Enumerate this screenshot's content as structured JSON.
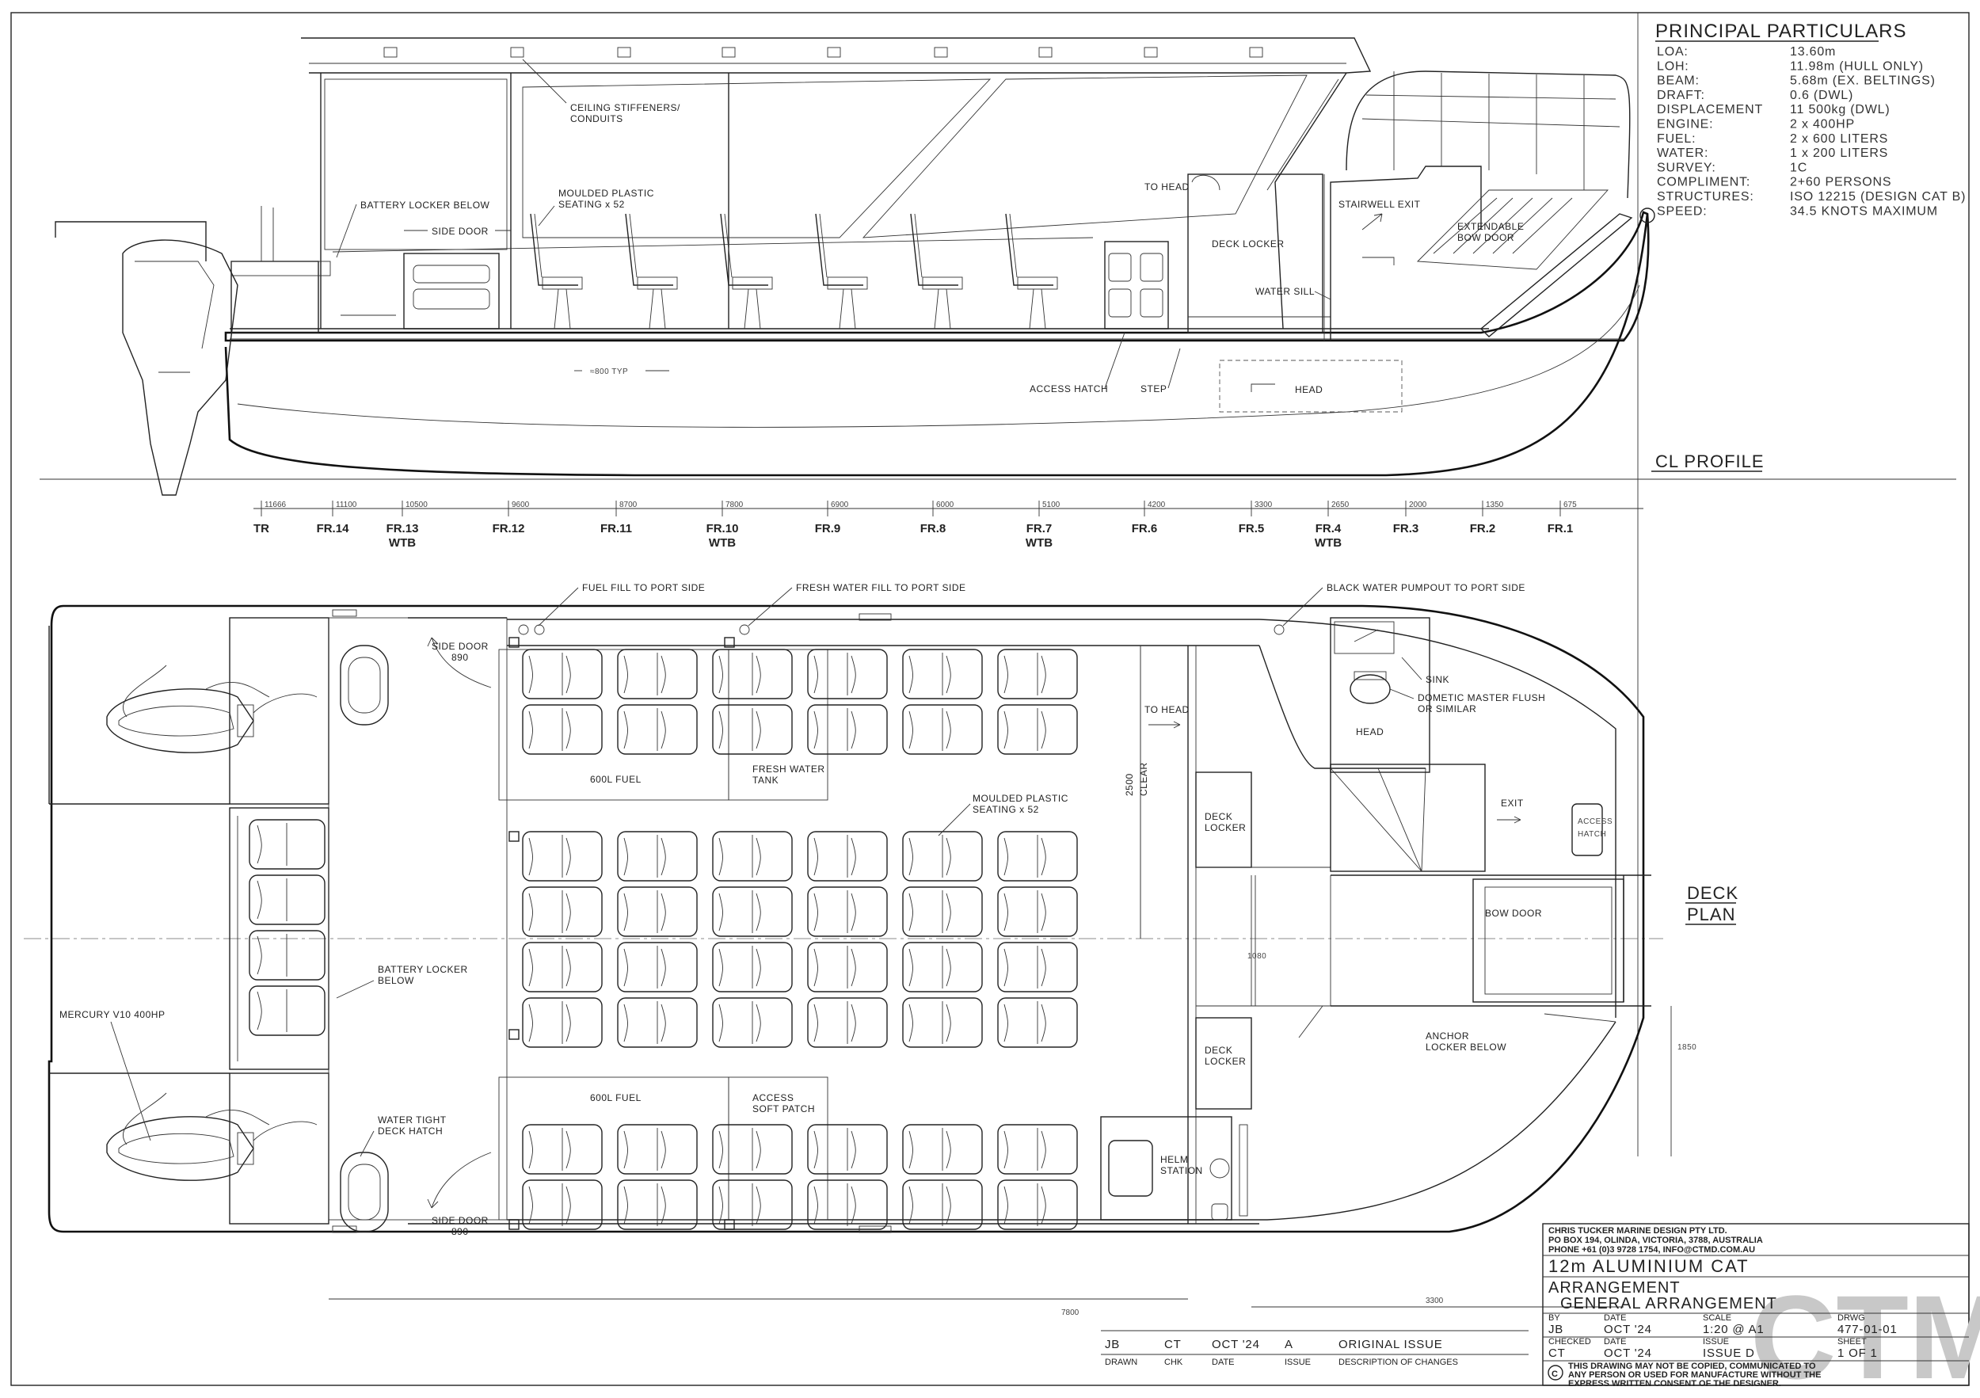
{
  "principal_particulars": {
    "heading": "PRINCIPAL  PARTICULARS",
    "rows": [
      {
        "k": "LOA:",
        "v": "13.60m"
      },
      {
        "k": "LOH:",
        "v": "11.98m (HULL ONLY)"
      },
      {
        "k": "BEAM:",
        "v": "5.68m (EX. BELTINGS)"
      },
      {
        "k": "DRAFT:",
        "v": "0.6 (DWL)"
      },
      {
        "k": "DISPLACEMENT",
        "v": "11 500kg (DWL)"
      },
      {
        "k": "ENGINE:",
        "v": "2 x 400HP"
      },
      {
        "k": "FUEL:",
        "v": "2 x 600 LITERS"
      },
      {
        "k": "WATER:",
        "v": "1 x 200 LITERS"
      },
      {
        "k": "SURVEY:",
        "v": "1C"
      },
      {
        "k": "COMPLIMENT:",
        "v": "2+60 PERSONS"
      },
      {
        "k": "STRUCTURES:",
        "v": "ISO 12215 (DESIGN CAT B)"
      },
      {
        "k": "SPEED:",
        "v": "34.5 KNOTS MAXIMUM"
      }
    ]
  },
  "views": {
    "profile": "CL PROFILE",
    "deck_line1": "DECK",
    "deck_line2": "PLAN"
  },
  "profile_labels": {
    "ceiling": [
      "CEILING STIFFENERS/",
      "CONDUITS"
    ],
    "battery": "BATTERY LOCKER BELOW",
    "seating": [
      "MOULDED PLASTIC",
      "SEATING x 52"
    ],
    "side_door": "SIDE DOOR",
    "to_head": "TO HEAD",
    "deck_locker": "DECK LOCKER",
    "stairwell": "STAIRWELL EXIT",
    "bow_door": [
      "EXTENDABLE",
      "BOW DOOR"
    ],
    "water_sill": "WATER SILL",
    "access_hatch": "ACCESS HATCH",
    "step": "STEP",
    "head": "HEAD",
    "seat_spacing": "≈800 TYP"
  },
  "frames": {
    "names": [
      "TR",
      "FR.14",
      "FR.13",
      "FR.12",
      "FR.11",
      "FR.10",
      "FR.9",
      "FR.8",
      "FR.7",
      "FR.6",
      "FR.5",
      "FR.4",
      "FR.3",
      "FR.2",
      "FR.1"
    ],
    "sub": [
      "",
      "",
      "WTB",
      "",
      "",
      "WTB",
      "",
      "",
      "WTB",
      "",
      "",
      "WTB",
      "",
      "",
      ""
    ],
    "dims": [
      "11666",
      "11100",
      "10500",
      "9600",
      "8700",
      "7800",
      "6900",
      "6000",
      "5100",
      "4200",
      "3300",
      "2650",
      "2000",
      "1350",
      "675"
    ]
  },
  "plan_labels": {
    "fuel_fill": "FUEL FILL TO PORT SIDE",
    "fresh_fill": "FRESH WATER FILL TO PORT SIDE",
    "black_water": "BLACK WATER PUMPOUT TO PORT SIDE",
    "side_door": "SIDE DOOR",
    "side_door_dim": "890",
    "fuel": "600L FUEL",
    "fresh_tank": [
      "FRESH WATER",
      "TANK"
    ],
    "to_head": "TO HEAD",
    "clear": [
      "2500",
      "CLEAR"
    ],
    "seating": [
      "MOULDED PLASTIC",
      "SEATING x 52"
    ],
    "deck_locker": [
      "DECK",
      "LOCKER"
    ],
    "sink": "SINK",
    "dometic": [
      "DOMETIC MASTER FLUSH",
      "OR SIMILAR"
    ],
    "head": "HEAD",
    "exit": "EXIT",
    "access_hatch": [
      "ACCESS",
      "HATCH"
    ],
    "bow_door": "BOW DOOR",
    "battery": [
      "BATTERY LOCKER",
      "BELOW"
    ],
    "mercury": "MERCURY V10 400HP",
    "dim_1080": "1080",
    "anchor": [
      "ANCHOR",
      "LOCKER BELOW"
    ],
    "dim_1850": "1850",
    "access_soft": [
      "ACCESS",
      "SOFT PATCH"
    ],
    "water_tight": [
      "WATER TIGHT",
      "DECK HATCH"
    ],
    "helm": [
      "HELM",
      "STATION"
    ],
    "dim_7800": "7800",
    "dim_3300": "3300"
  },
  "revision": {
    "by": "JB",
    "chk": "CT",
    "date": "OCT '24",
    "issue": "A",
    "desc": "ORIGINAL ISSUE",
    "headers": [
      "DRAWN",
      "CHK",
      "DATE",
      "ISSUE",
      "DESCRIPTION OF CHANGES"
    ]
  },
  "title_block": {
    "company": "CHRIS TUCKER MARINE DESIGN PTY LTD.",
    "address": "PO BOX 194, OLINDA, VICTORIA, 3788, AUSTRALIA",
    "contact": "PHONE +61 (0)3 9728 1754, INFO@CTMD.COM.AU",
    "project": "12m ALUMINIUM CAT",
    "title1": "ARRANGEMENT",
    "title2": "GENERAL ARRANGEMENT",
    "hdr_by": "BY",
    "hdr_date": "DATE",
    "hdr_scale": "SCALE",
    "hdr_drwg": "DRWG",
    "by": "JB",
    "date": "OCT '24",
    "scale": "1:20 @ A1",
    "drwg": "477-01-01",
    "hdr_checked": "CHECKED",
    "hdr_date2": "DATE",
    "hdr_issue": "ISSUE",
    "hdr_sheet": "SHEET",
    "checked": "CT",
    "date2": "OCT '24",
    "issue": "ISSUE D",
    "sheet": "1 OF 1",
    "disclaimer": [
      "THIS DRAWING MAY NOT BE COPIED, COMMUNICATED TO",
      "ANY PERSON OR USED FOR MANUFACTURE WITHOUT THE",
      "EXPRESS WRITTEN CONSENT OF THE DESIGNER."
    ],
    "logo": "CTMD"
  }
}
